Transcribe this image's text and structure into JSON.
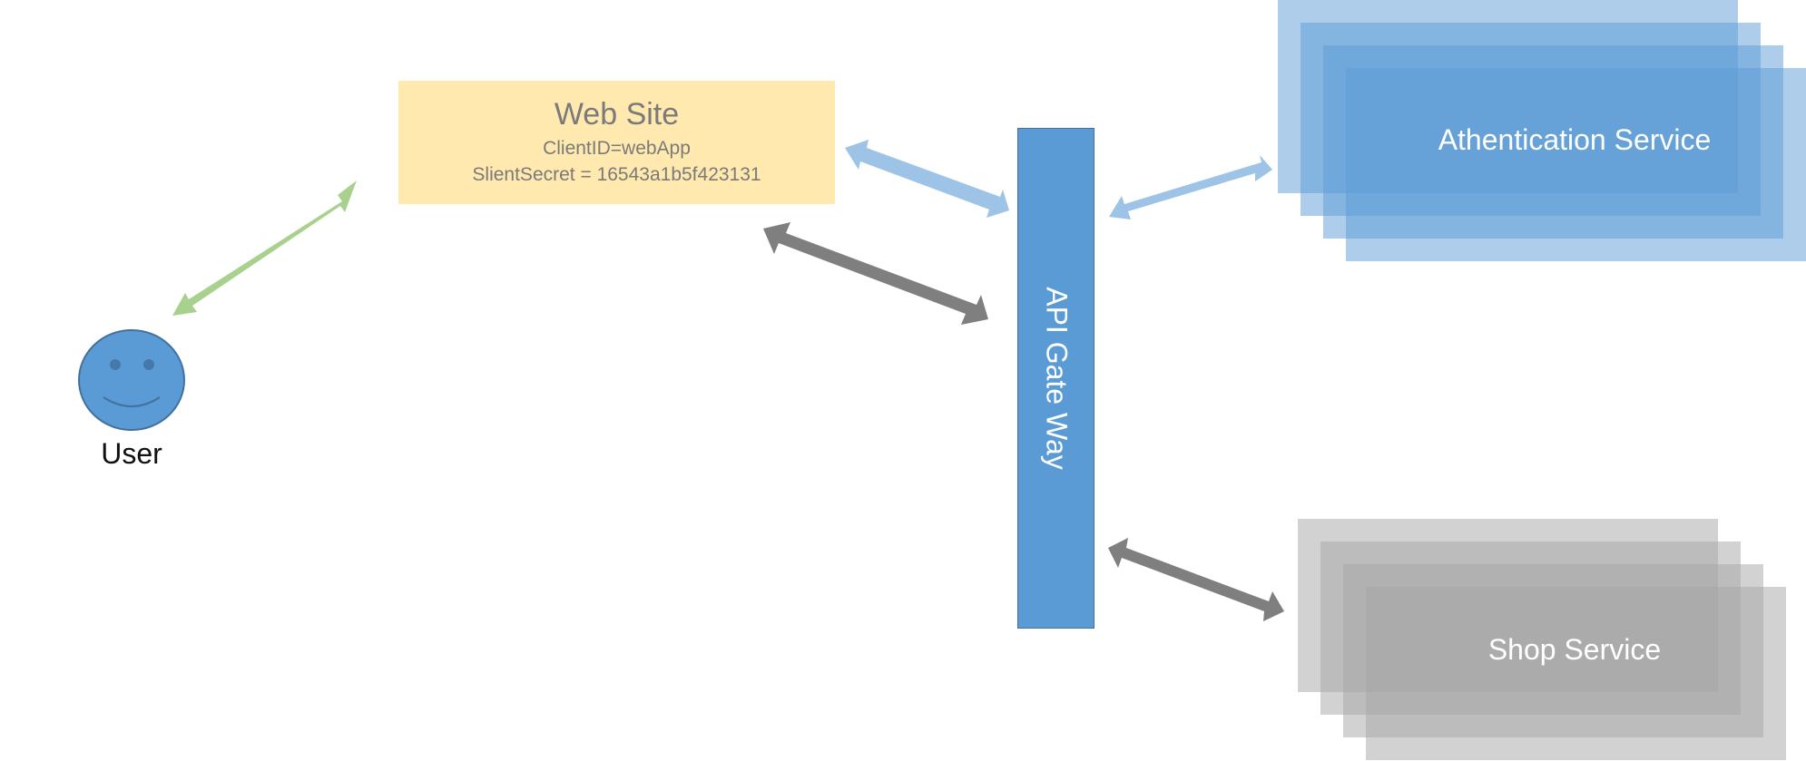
{
  "user": {
    "label": "User",
    "color": "#5b9bd5"
  },
  "website": {
    "title": "Web Site",
    "client_id": "ClientID=webApp",
    "client_secret": "SlientSecret = 16543a1b5f423131",
    "color": "#ffe9af"
  },
  "gateway": {
    "label": "API Gate Way",
    "color": "#5b9bd5"
  },
  "auth_service": {
    "label": "Athentication Service",
    "color": "#5b9bd5"
  },
  "shop_service": {
    "label": "Shop Service",
    "color": "#a6a6a6"
  },
  "connectors": [
    {
      "from": "User",
      "to": "Web Site",
      "color": "#a9d18e"
    },
    {
      "from": "Web Site",
      "to": "API Gate Way",
      "color": "#9dc3e6"
    },
    {
      "from": "API Gate Way",
      "to": "Web Site",
      "color": "#7f7f7f"
    },
    {
      "from": "API Gate Way",
      "to": "Athentication Service",
      "color": "#9dc3e6"
    },
    {
      "from": "API Gate Way",
      "to": "Shop Service",
      "color": "#7f7f7f"
    }
  ]
}
